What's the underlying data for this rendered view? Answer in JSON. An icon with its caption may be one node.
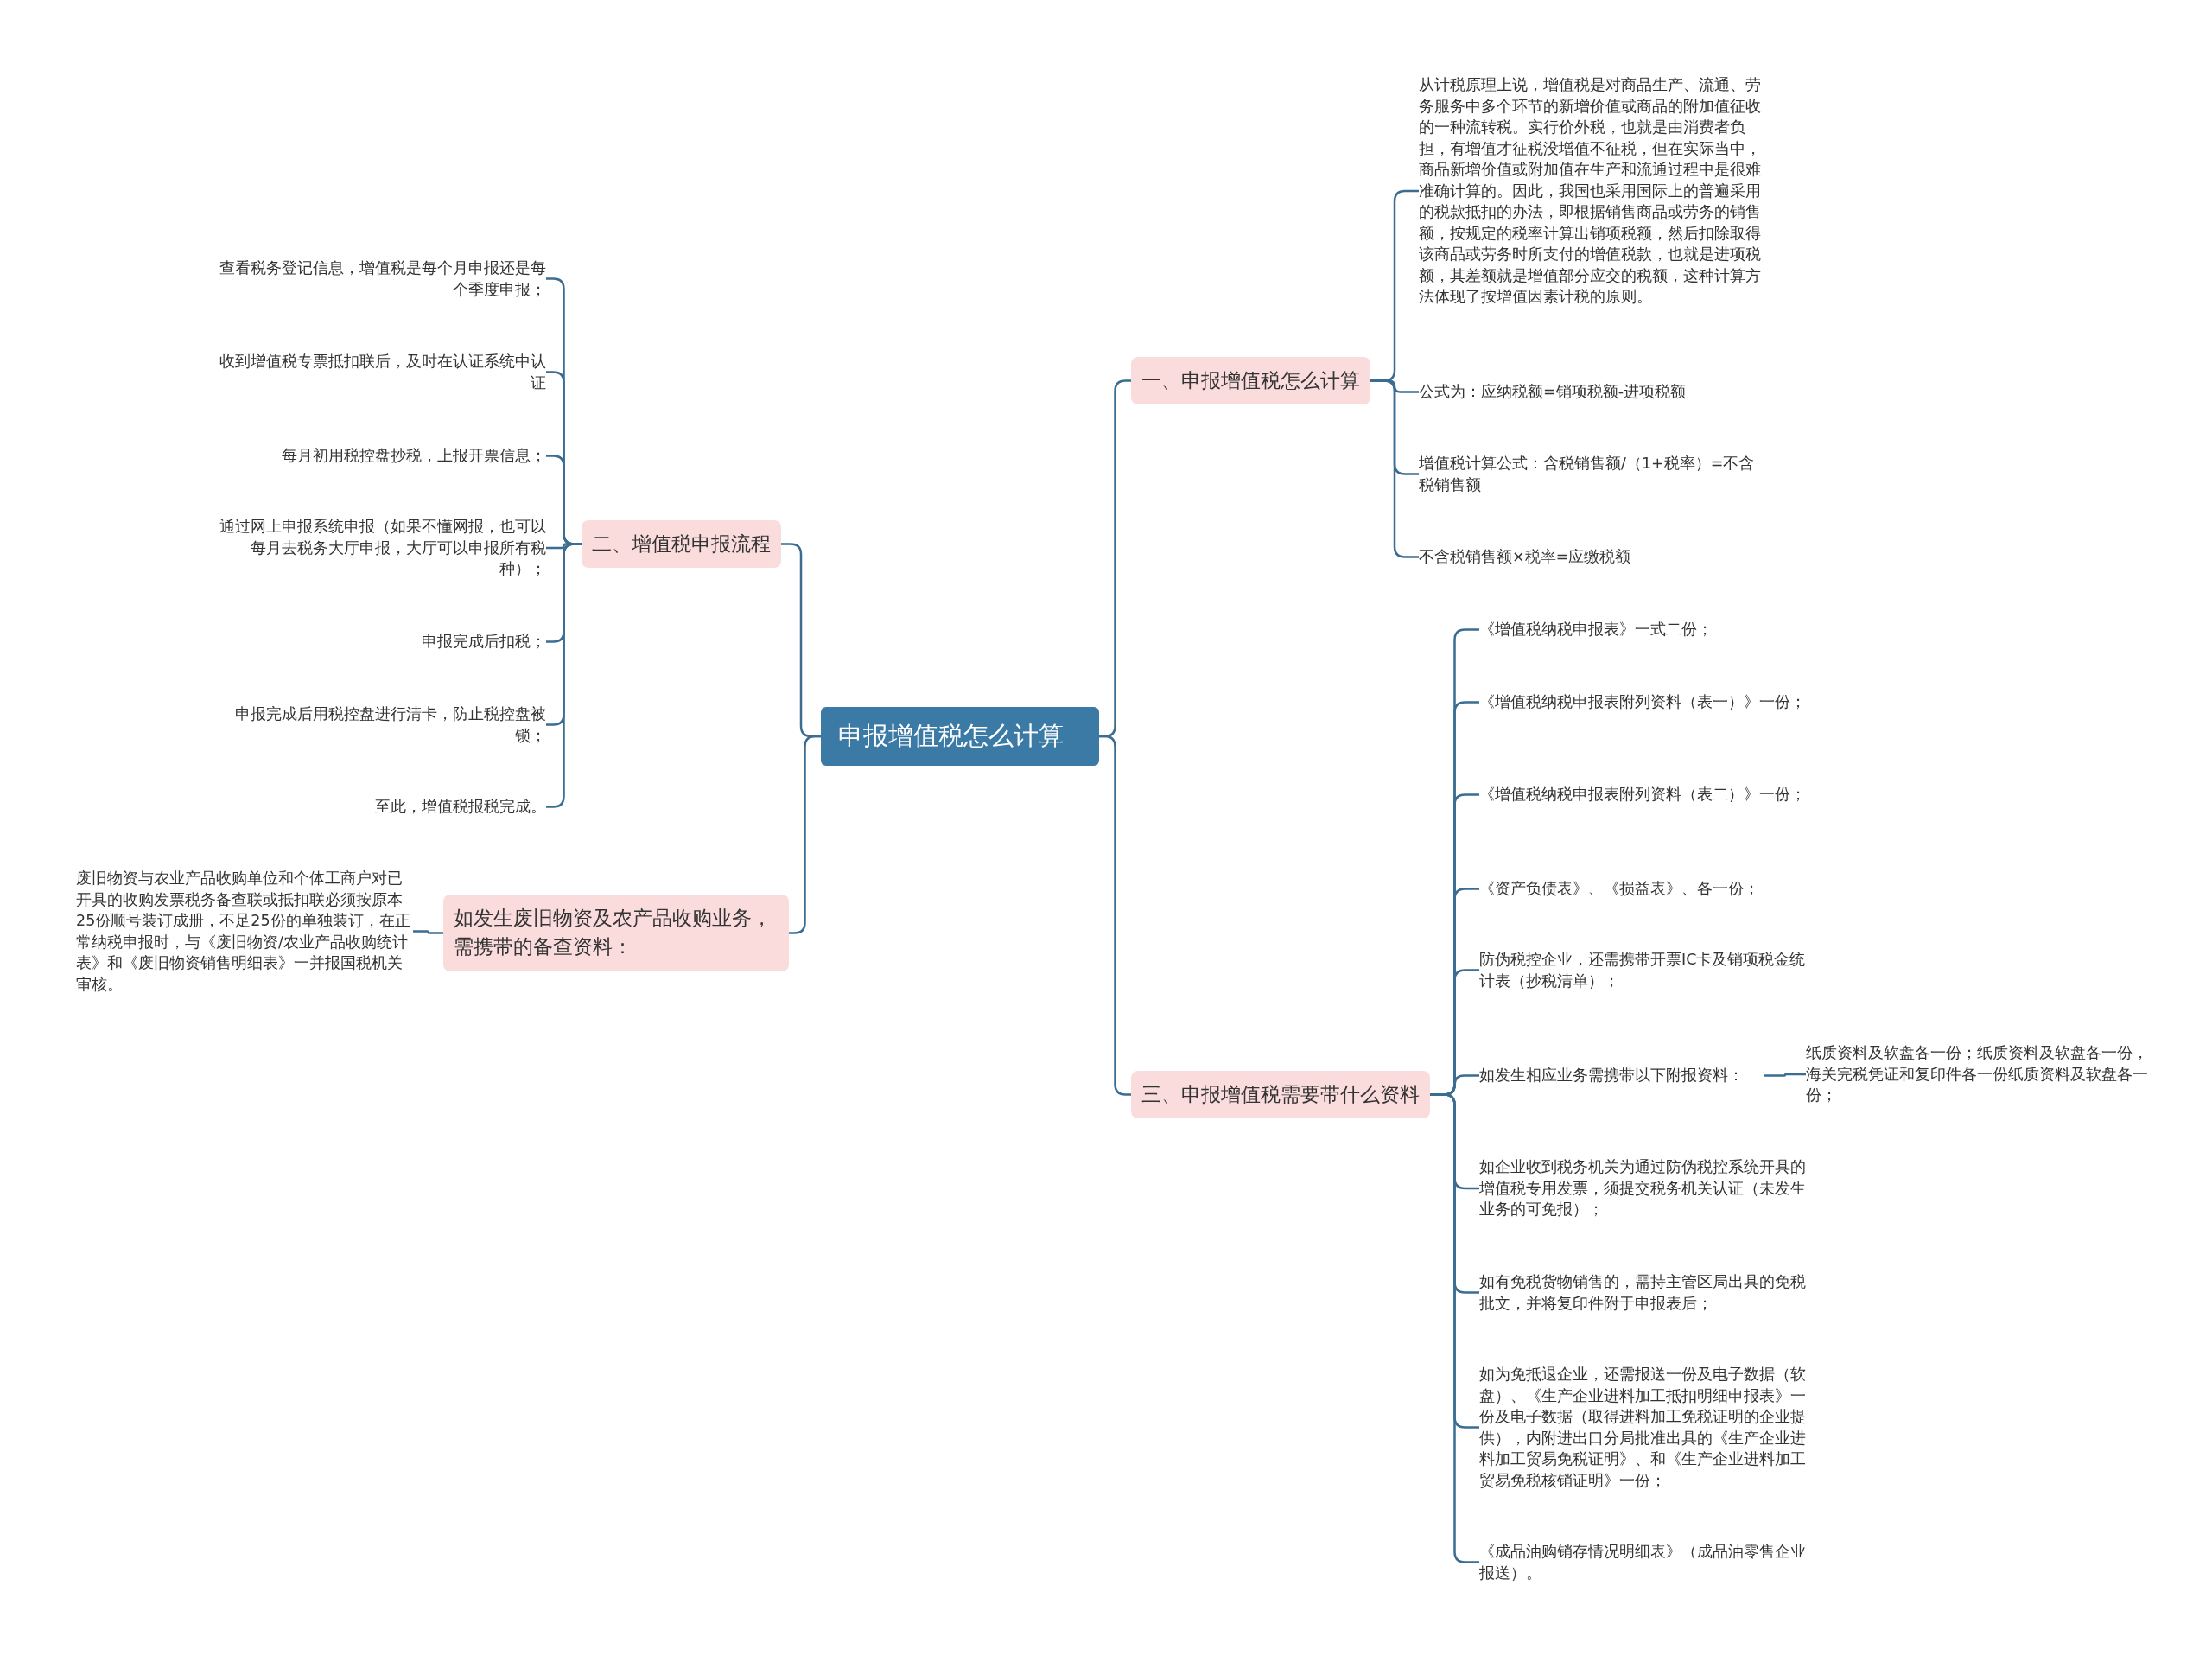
{
  "diagram": {
    "nodes": [
      {
        "text": [
          "申报增值税怎么计算"
        ]
      },
      {
        "text": [
          "一、申报增值税怎么计算"
        ]
      },
      {
        "text": [
          "从计税原理上说，增值税是对商品生产、流通、劳务服务中多个环节的新增价值或商品的附加值征收的一种流转税。实行价外税，也就是由消费者负担，有增值才征税没增值不征税，但在实际当中，商品新增价值或附加值在生产和流通过程中是很难准确计算的。因此，我国也采用国际上的普遍采用的税款抵扣的办法，即根据销售商品或劳务的销售额，按规定的税率计算出销项税额，然后扣除取得该商品或劳务时所支付的增值税款，也就是进项税额，其差额就是增值部分应交的税额，这种计算方法体现了按增值因素计税的原则。"
        ]
      },
      {
        "text": [
          "公式为：应纳税额=销项税额-进项税额"
        ]
      },
      {
        "text": [
          "增值税计算公式：含税销售额/（1+税率）=不含税销售额"
        ]
      },
      {
        "text": [
          "不含税销售额×税率=应缴税额"
        ]
      },
      {
        "text": [
          "二、增值税申报流程"
        ]
      },
      {
        "text": [
          "查看税务登记信息，增值税是每个月申报还是每个季度申报；"
        ]
      },
      {
        "text": [
          "收到增值税专票抵扣联后，及时在认证系统中认证"
        ]
      },
      {
        "text": [
          "每月初用税控盘抄税，上报开票信息；"
        ]
      },
      {
        "text": [
          "通过网上申报系统申报（如果不懂网报，也可以每月去税务大厅申报，大厅可以申报所有税种）；"
        ]
      },
      {
        "text": [
          "申报完成后扣税；"
        ]
      },
      {
        "text": [
          "申报完成后用税控盘进行清卡，防止税控盘被锁；"
        ]
      },
      {
        "text": [
          "至此，增值税报税完成。"
        ]
      },
      {
        "text": [
          "如发生废旧物资及农产品收购业务，需携带的备查资料："
        ]
      },
      {
        "text": [
          "废旧物资与农业产品收购单位和个体工商户对已开具的收购发票税务备查联或抵扣联必须按原本25份顺号装订成册，不足25份的单独装订，在正常纳税申报时，与《废旧物资/农业产品收购统计表》和《废旧物资销售明细表》一并报国税机关审核。"
        ]
      },
      {
        "text": [
          "三、申报增值税需要带什么资料"
        ]
      },
      {
        "text": [
          "《增值税纳税申报表》一式二份；"
        ]
      },
      {
        "text": [
          "《增值税纳税申报表附列资料（表一）》一份；"
        ]
      },
      {
        "text": [
          "《增值税纳税申报表附列资料（表二）》一份；"
        ]
      },
      {
        "text": [
          "《资产负债表》、《损益表》、各一份；"
        ]
      },
      {
        "text": [
          "防伪税控企业，还需携带开票IC卡及销项税金统计表（抄税清单）；"
        ]
      },
      {
        "text": [
          "如发生相应业务需携带以下附报资料："
        ]
      },
      {
        "text": [
          "如企业收到税务机关为通过防伪税控系统开具的增值税专用发票，须提交税务机关认证（未发生业务的可免报）；"
        ]
      },
      {
        "text": [
          "如有免税货物销售的，需持主管区局出具的免税批文，并将复印件附于申报表后；"
        ]
      },
      {
        "text": [
          "如为免抵退企业，还需报送一份及电子数据（软盘）、《生产企业进料加工抵扣明细申报表》一份及电子数据（取得进料加工免税证明的企业提供），内附进出口分局批准出具的《生产企业进料加工贸易免税证明》、和《生产企业进料加工贸易免税核销证明》一份；"
        ]
      },
      {
        "text": [
          "《成品油购销存情况明细表》（成品油零售企业报送）。"
        ]
      },
      {
        "text": [
          "纸质资料及软盘各一份；纸质资料及软盘各一份，海关完税凭证和复印件各一份纸质资料及软盘各一份；"
        ]
      }
    ],
    "edges": [
      {
        "from": 0,
        "to": 1,
        "arrow": "none"
      },
      {
        "from": 0,
        "to": 6,
        "arrow": "none"
      },
      {
        "from": 0,
        "to": 14,
        "arrow": "none"
      },
      {
        "from": 0,
        "to": 16,
        "arrow": "none"
      },
      {
        "from": 1,
        "to": 2,
        "arrow": "none"
      },
      {
        "from": 1,
        "to": 3,
        "arrow": "none"
      },
      {
        "from": 1,
        "to": 4,
        "arrow": "none"
      },
      {
        "from": 1,
        "to": 5,
        "arrow": "none"
      },
      {
        "from": 6,
        "to": 7,
        "arrow": "none"
      },
      {
        "from": 6,
        "to": 8,
        "arrow": "none"
      },
      {
        "from": 6,
        "to": 9,
        "arrow": "none"
      },
      {
        "from": 6,
        "to": 10,
        "arrow": "none"
      },
      {
        "from": 6,
        "to": 11,
        "arrow": "none"
      },
      {
        "from": 6,
        "to": 12,
        "arrow": "none"
      },
      {
        "from": 6,
        "to": 13,
        "arrow": "none"
      },
      {
        "from": 14,
        "to": 15,
        "arrow": "none"
      },
      {
        "from": 16,
        "to": 17,
        "arrow": "none"
      },
      {
        "from": 16,
        "to": 18,
        "arrow": "none"
      },
      {
        "from": 16,
        "to": 19,
        "arrow": "none"
      },
      {
        "from": 16,
        "to": 20,
        "arrow": "none"
      },
      {
        "from": 16,
        "to": 21,
        "arrow": "none"
      },
      {
        "from": 16,
        "to": 22,
        "arrow": "none"
      },
      {
        "from": 16,
        "to": 23,
        "arrow": "none"
      },
      {
        "from": 16,
        "to": 24,
        "arrow": "none"
      },
      {
        "from": 16,
        "to": 25,
        "arrow": "none"
      },
      {
        "from": 16,
        "to": 26,
        "arrow": "none"
      },
      {
        "from": 22,
        "to": 27,
        "arrow": "none"
      }
    ]
  }
}
